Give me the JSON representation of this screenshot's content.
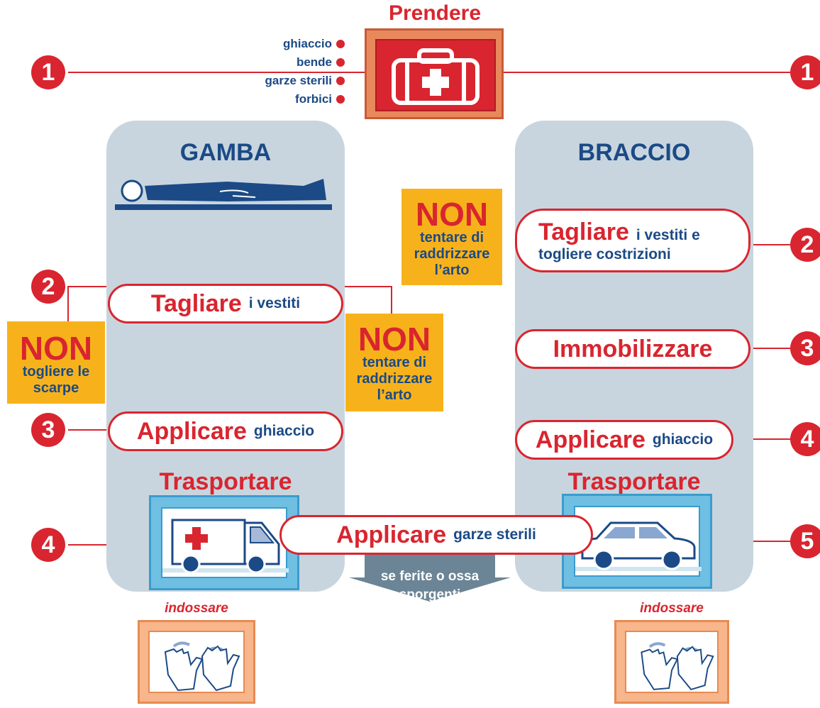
{
  "header": {
    "title": "Prendere"
  },
  "supplies": [
    "ghiaccio",
    "bende",
    "garze sterili",
    "forbici"
  ],
  "left": {
    "title": "GAMBA",
    "steps": [
      {
        "num": "1"
      },
      {
        "num": "2",
        "verb": "Tagliare",
        "obj": "i vestiti"
      },
      {
        "num": "3",
        "verb": "Applicare",
        "obj": "ghiaccio"
      },
      {
        "num": "4",
        "transport": "Trasportare"
      }
    ],
    "non_left": {
      "word": "NON",
      "text": "togliere le scarpe"
    },
    "non_right": {
      "word": "NON",
      "text": "tentare di raddrizzare l’arto"
    }
  },
  "right": {
    "title": "BRACCIO",
    "steps": [
      {
        "num": "1"
      },
      {
        "num": "2",
        "verb": "Tagliare",
        "obj": "i vestiti e togliere costrizioni"
      },
      {
        "num": "3",
        "verb": "Immobilizzare",
        "obj": ""
      },
      {
        "num": "4",
        "verb": "Applicare",
        "obj": "ghiaccio"
      },
      {
        "num": "5",
        "transport": "Trasportare"
      }
    ],
    "non": {
      "word": "NON",
      "text": "tentare di raddrizzare l’arto"
    }
  },
  "bottom": {
    "arrow_text": "se ferite o ossa sporgenti",
    "wear_left": "indossare",
    "wear_right": "indossare",
    "verb": "Applicare",
    "obj": "garze sterili"
  },
  "colors": {
    "red": "#d9252f",
    "navy": "#1b4a86",
    "panel": "#c8d5de",
    "note": "#f7b21b"
  }
}
